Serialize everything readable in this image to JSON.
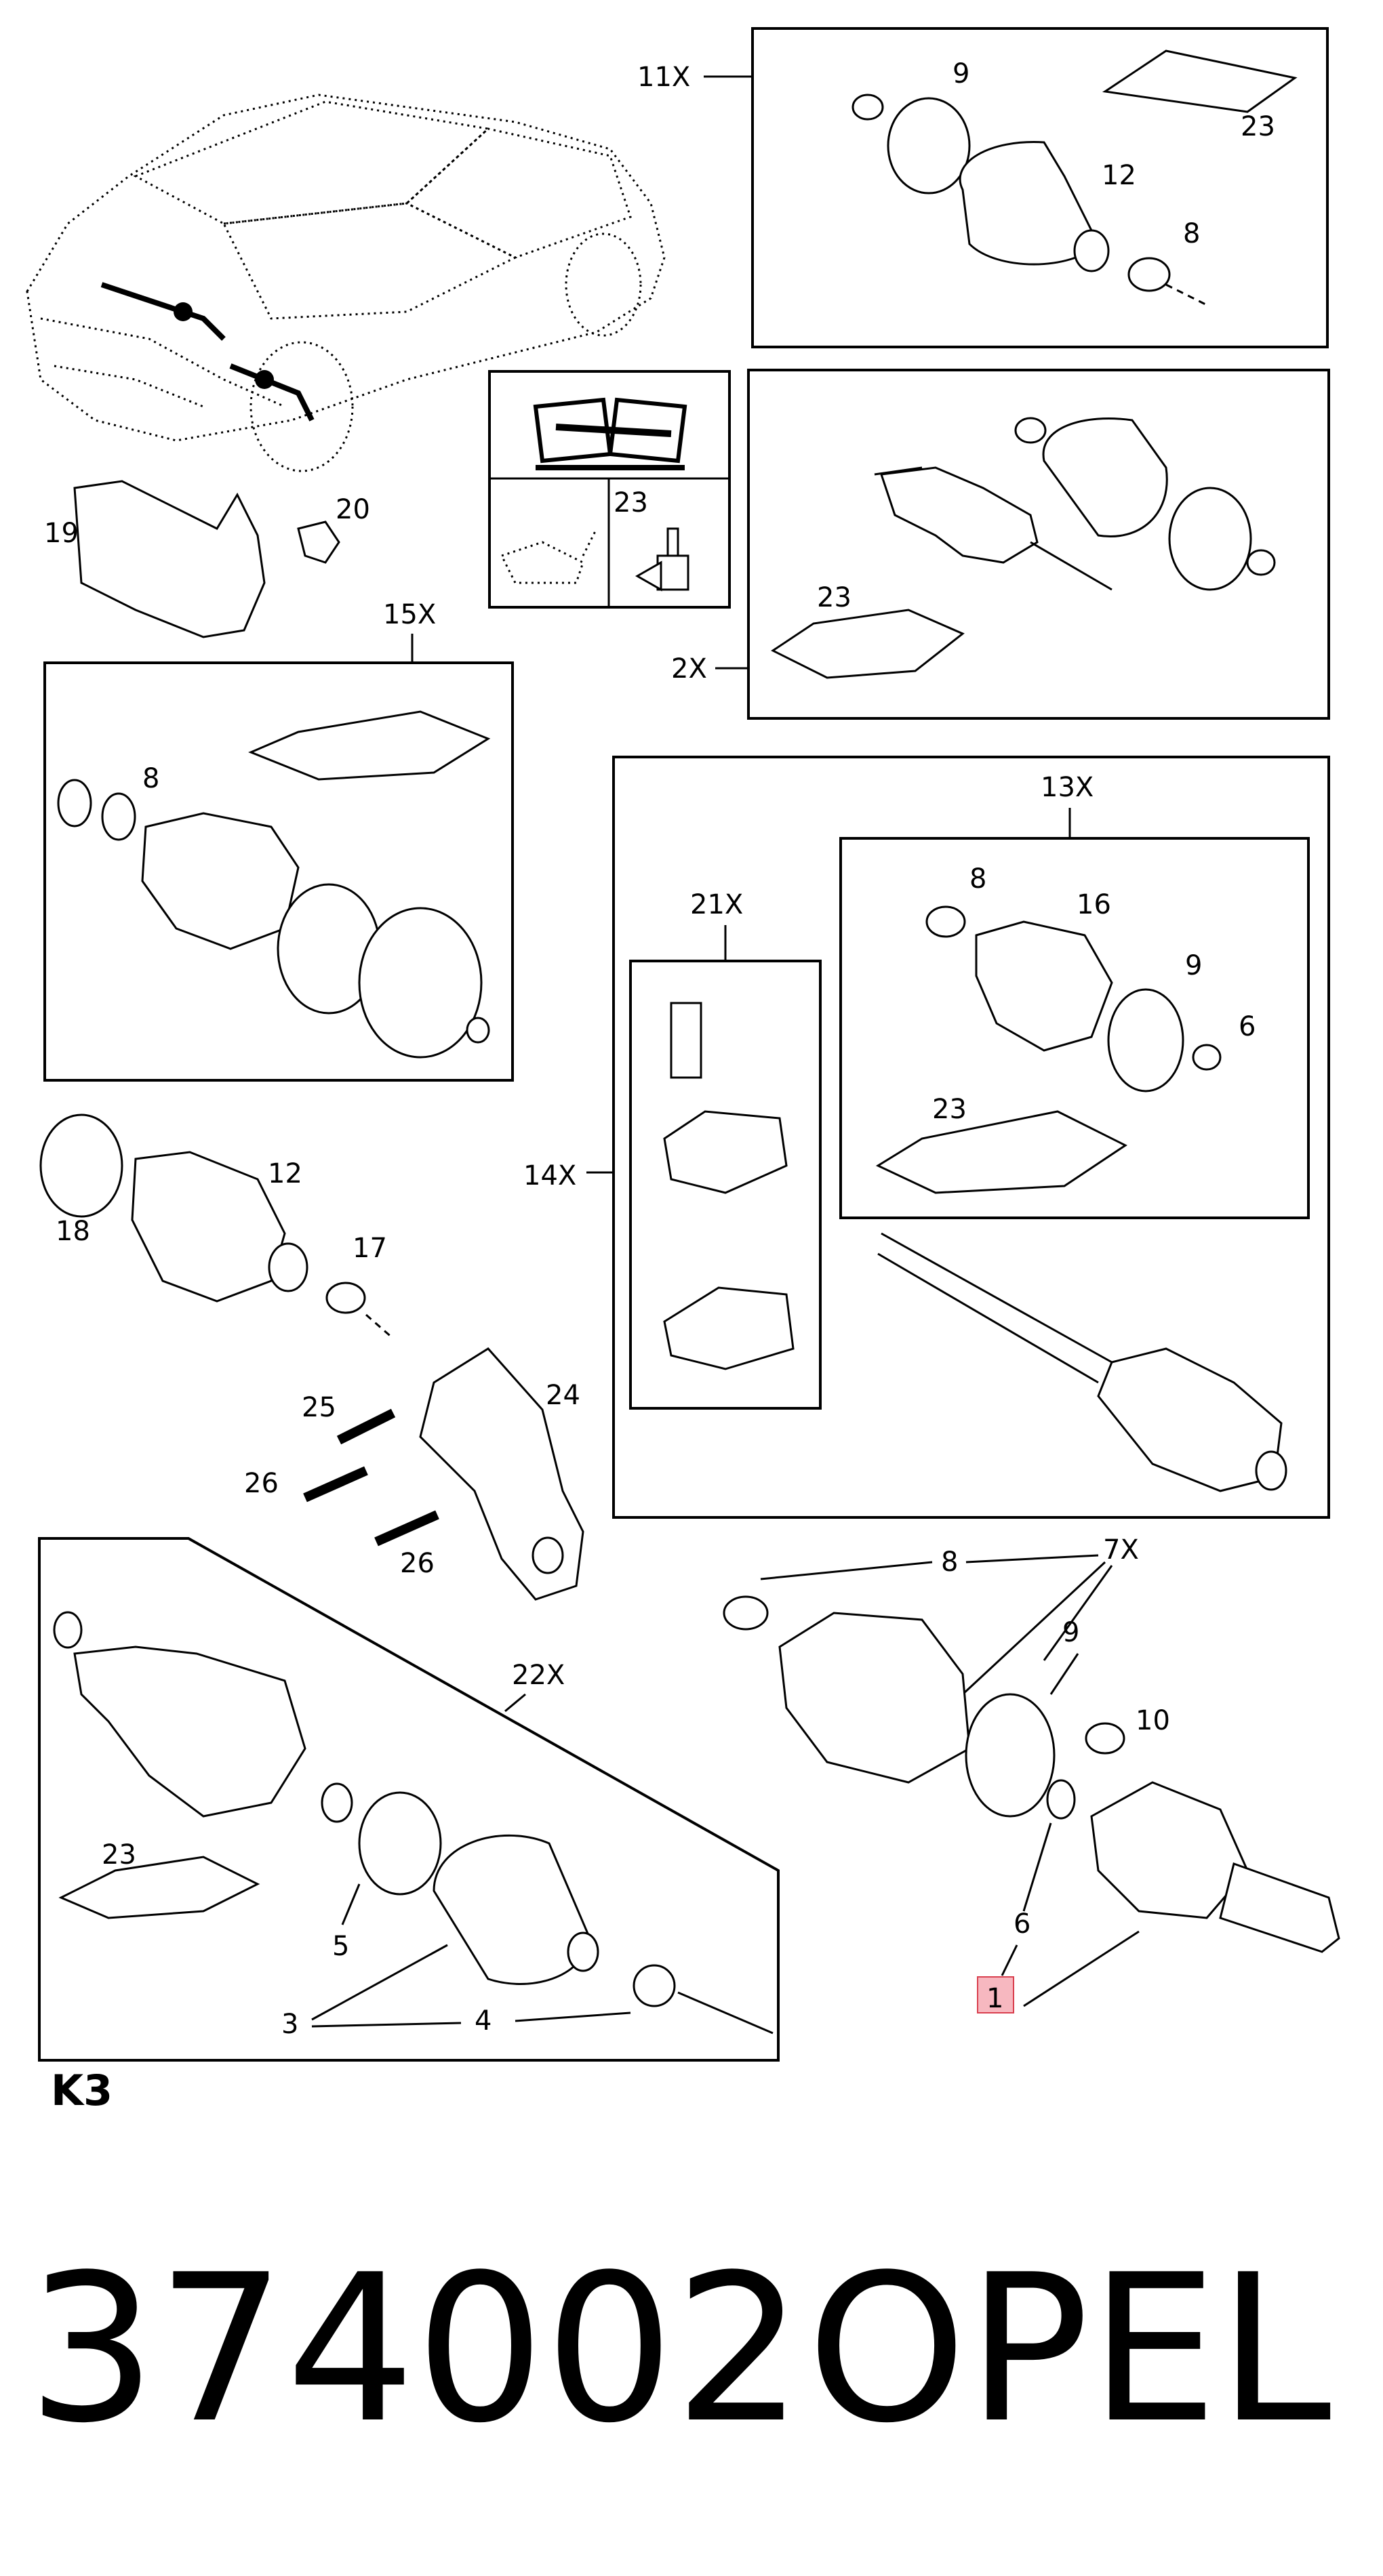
{
  "labels": {
    "group_11x": "11X",
    "group_15x": "15X",
    "group_2x": "2X",
    "group_13x": "13X",
    "group_21x": "21X",
    "group_14x": "14X",
    "group_22x": "22X",
    "group_7x": "7X",
    "box11_9": "9",
    "box11_23": "23",
    "box11_12": "12",
    "box11_8": "8",
    "service_23": "23",
    "box2_23": "23",
    "p19": "19",
    "p20": "20",
    "box15_8": "8",
    "box13_8": "8",
    "box13_16": "16",
    "box13_9": "9",
    "box13_6": "6",
    "box13_23": "23",
    "p18": "18",
    "p12": "12",
    "p17": "17",
    "p24": "24",
    "p25": "25",
    "p26a": "26",
    "p26b": "26",
    "box22_23": "23",
    "box22_5": "5",
    "box22_3": "3",
    "box22_4": "4",
    "r8": "8",
    "r9": "9",
    "r10": "10",
    "r6": "6",
    "r1": "1"
  },
  "page_code": "K3",
  "part_number": "374002",
  "brand": "OPEL",
  "colors": {
    "highlight": "#f7b8c0",
    "highlight_border": "#d9404f"
  }
}
